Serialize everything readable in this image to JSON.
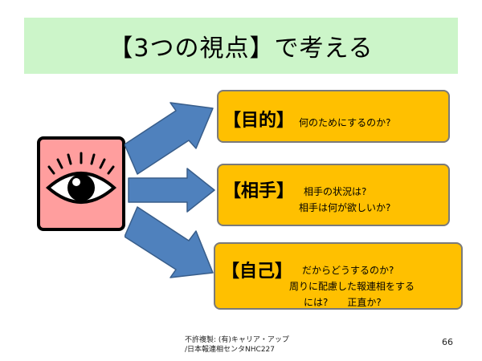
{
  "title": "【3つの視点】で考える",
  "boxes": {
    "purpose": {
      "label": "【目的】",
      "lines": [
        "何のためにするのか?"
      ],
      "color": "#ffc000"
    },
    "partner": {
      "label": "【相手】",
      "lines": [
        "相手の状況は?",
        "相手は何が欲しいか?"
      ],
      "color": "#ffc000"
    },
    "self": {
      "label": "【自己】",
      "lines": [
        "だからどうするのか?",
        "周りに配慮した報連相をする",
        "には?　　正直か?"
      ],
      "color": "#ffc000"
    }
  },
  "icons": {
    "eye": "eye-icon",
    "arrow": "arrow-right-icon"
  },
  "colors": {
    "title_band": "#ccf5c9",
    "eye_background": "#ff9e9e",
    "arrow": "#4f81bd"
  },
  "footer": {
    "copyright_line1": "不許複製: (有)キャリア・アップ",
    "copyright_line2": "/日本報連相センタNHC227",
    "page_number": "66"
  }
}
